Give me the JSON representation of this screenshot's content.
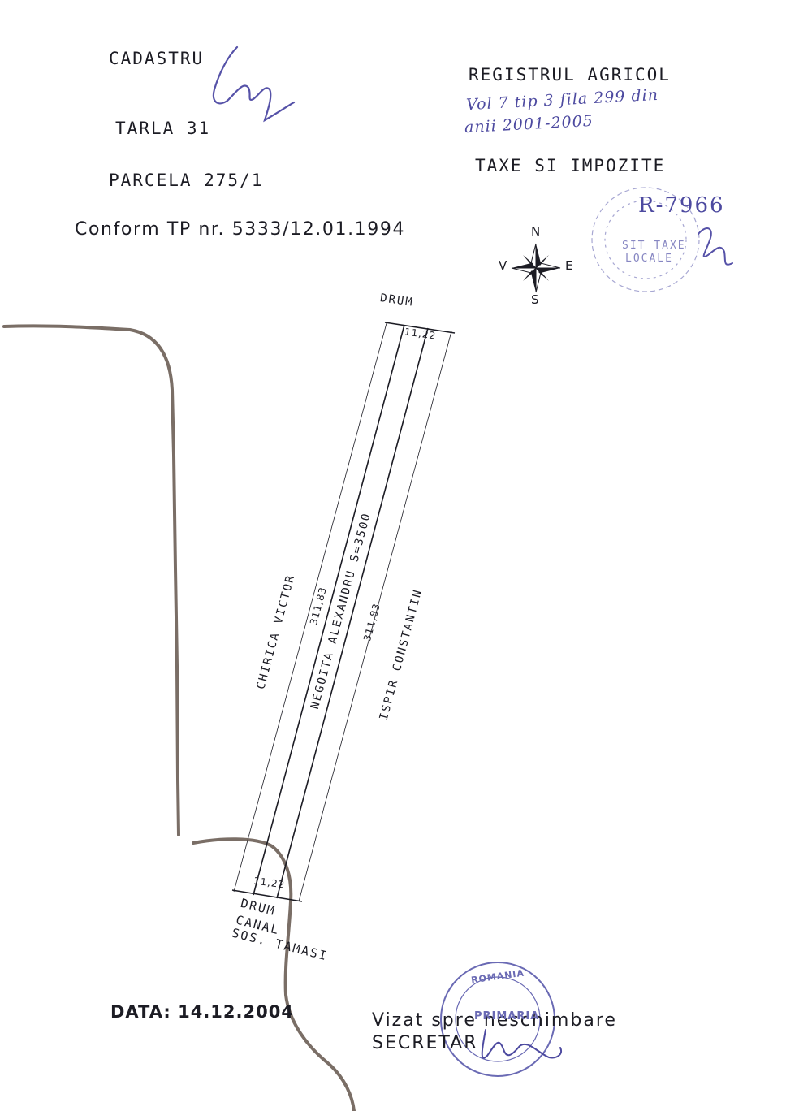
{
  "header": {
    "cadastru": "CADASTRU",
    "tarla": "TARLA 31",
    "parcela": "PARCELA 275/1",
    "conform": "Conform TP nr. 5333/12.01.1994"
  },
  "registry": {
    "title": "REGISTRUL AGRICOL",
    "handwritten_line1": "Vol 7 tip 3 fila 299 din",
    "handwritten_line2": "anii 2001-2005",
    "taxes": "TAXE SI IMPOZITE",
    "stamp_number": "R-7966",
    "stamp_text": [
      "SIT TAXE",
      "LOCALE"
    ]
  },
  "compass": {
    "north": "N",
    "south": "S",
    "east": "E",
    "west": "V"
  },
  "plan": {
    "top_road": "DRUM",
    "width_top": "11,22",
    "width_bottom": "11,22",
    "length_left": "311,83",
    "length_right": "311,83",
    "owner_center": "NEGOITA ALEXANDRU  S=3500",
    "neighbor_left": "CHIRICA VICTOR",
    "neighbor_right": "ISPIR CONSTANTIN",
    "bottom_labels": [
      "DRUM",
      "CANAL",
      "SOS. TAMASI"
    ]
  },
  "footer": {
    "date": "DATA: 14.12.2004",
    "approval": "Vizat spre neschimbare",
    "secretary": "SECRETAR",
    "stamp_text": [
      "ROMANIA",
      "PRIMARIA"
    ]
  },
  "colors": {
    "ink": "#1c1c24",
    "handwriting": "#4d4aa0",
    "stamp": "#6a6ab4",
    "boundary": "#7a6e66"
  }
}
